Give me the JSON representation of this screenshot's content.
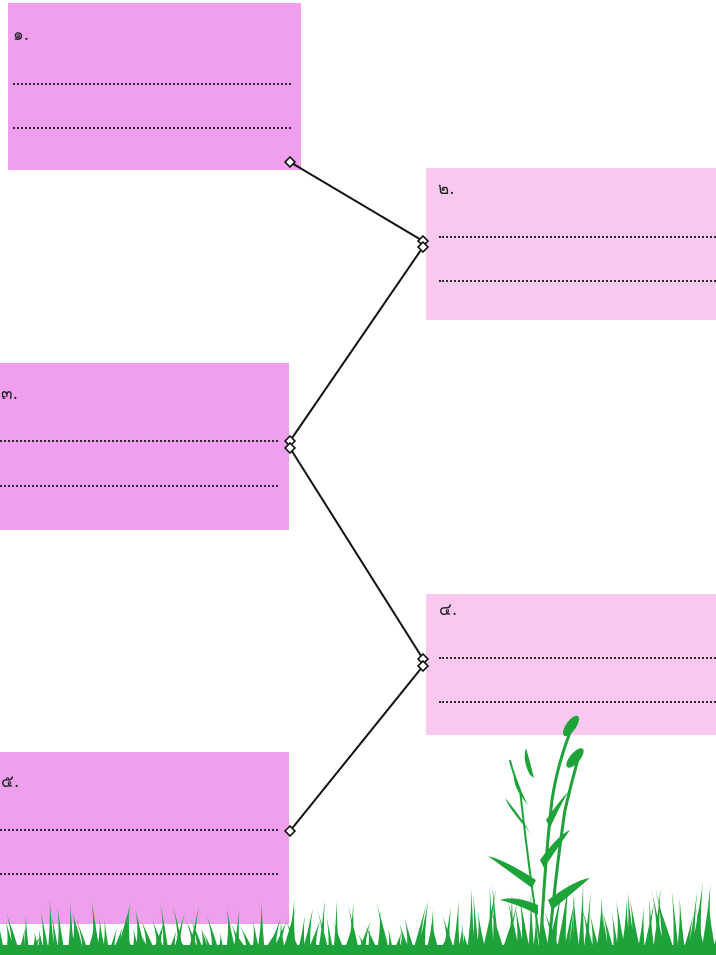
{
  "colors": {
    "box_odd": "#f09fee",
    "box_even": "#f8c8ef",
    "connector": "#111111",
    "grass": "#1ea33a"
  },
  "boxes": [
    {
      "number": "๑.",
      "lines": [
        "..........",
        ".........."
      ]
    },
    {
      "number": "๒.",
      "lines": [
        "..........",
        ".........."
      ]
    },
    {
      "number": "๓.",
      "lines": [
        "..........",
        ".........."
      ]
    },
    {
      "number": "๔.",
      "lines": [
        "..........",
        ".........."
      ]
    },
    {
      "number": "๕.",
      "lines": [
        "..........",
        ".........."
      ]
    }
  ]
}
